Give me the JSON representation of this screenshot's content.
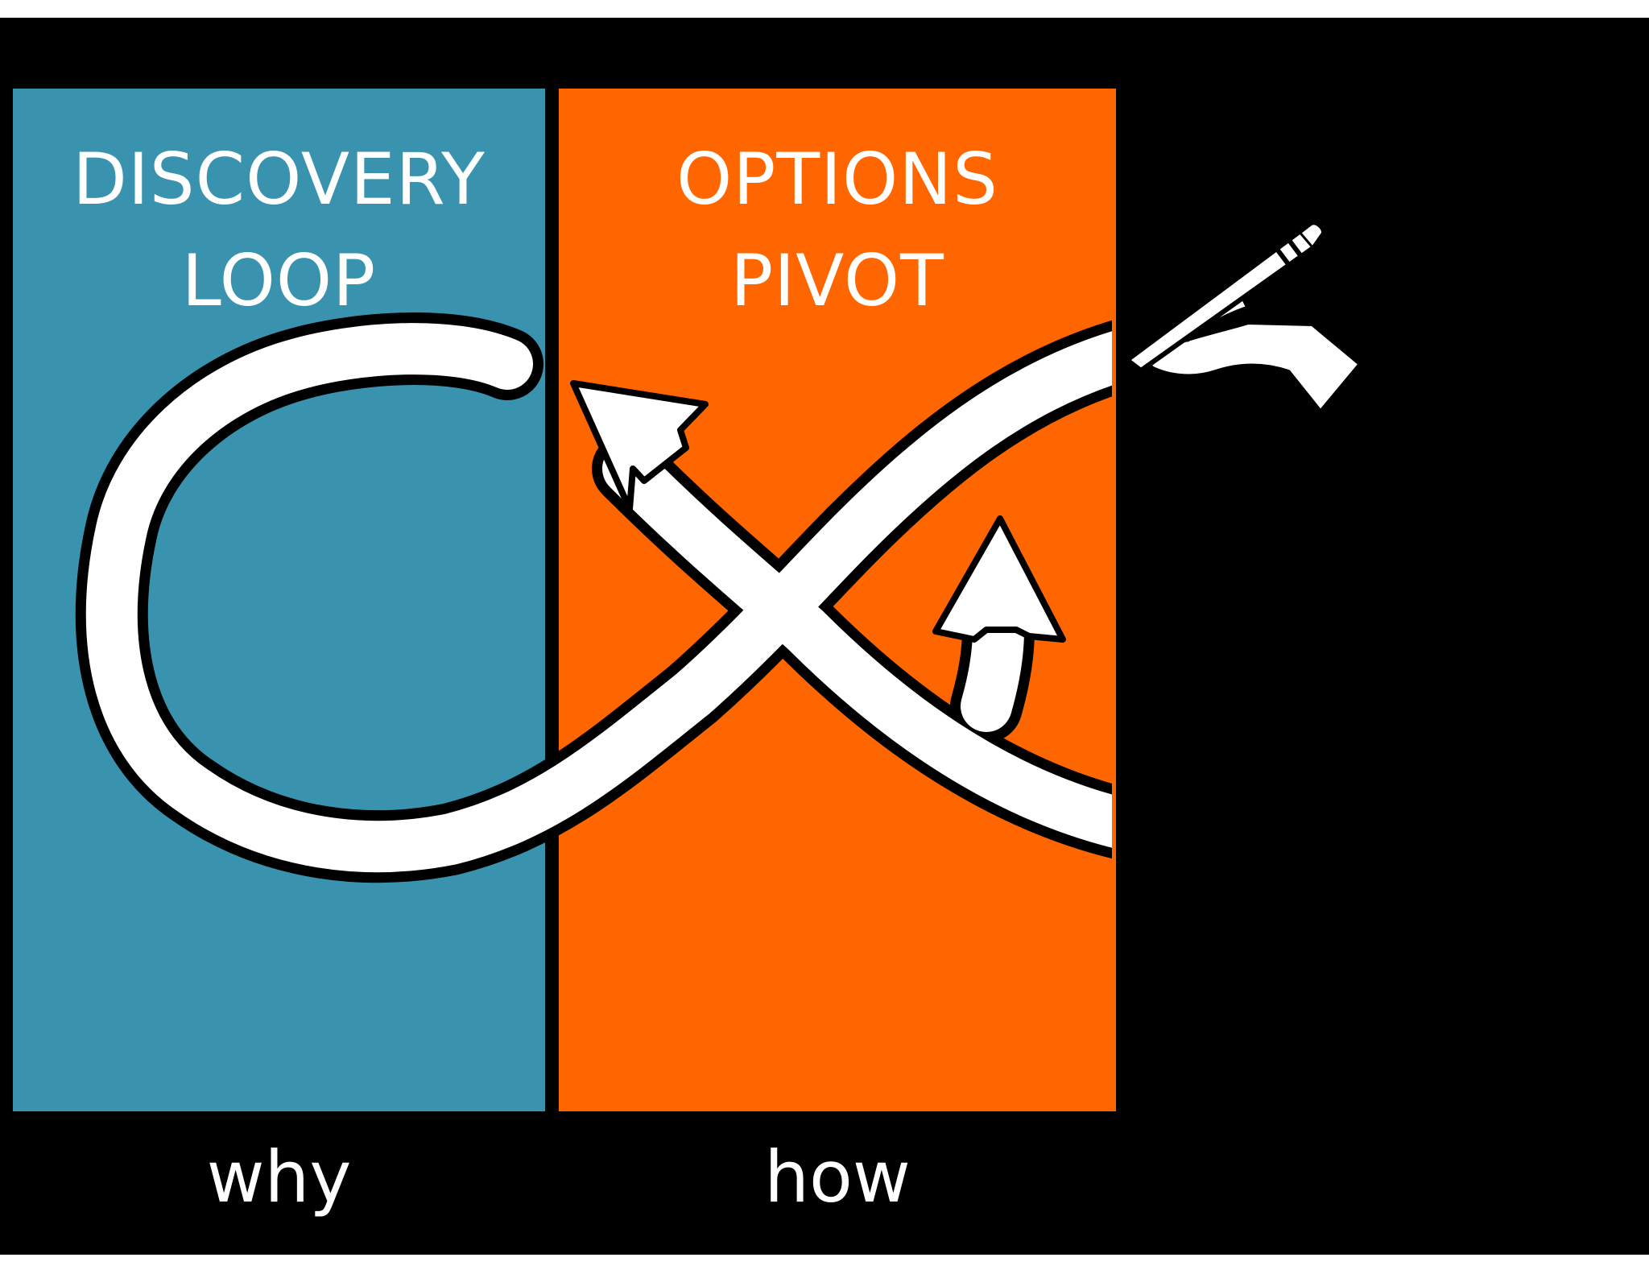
{
  "slide": {
    "background": "#000000"
  },
  "discovery": {
    "title_line1": "DISCOVERY",
    "title_line2": "LOOP",
    "color": "#3993ae",
    "caption": "why"
  },
  "options": {
    "title_line1": "OPTIONS",
    "title_line2": "PIVOT",
    "color": "#ff6600",
    "caption": "how"
  },
  "icons": {
    "drawing_hand": "hand-with-pencil-icon",
    "arrows": [
      "loop-arrow-icon",
      "pivot-arrow-up-left-icon",
      "pivot-arrow-up-icon"
    ]
  }
}
